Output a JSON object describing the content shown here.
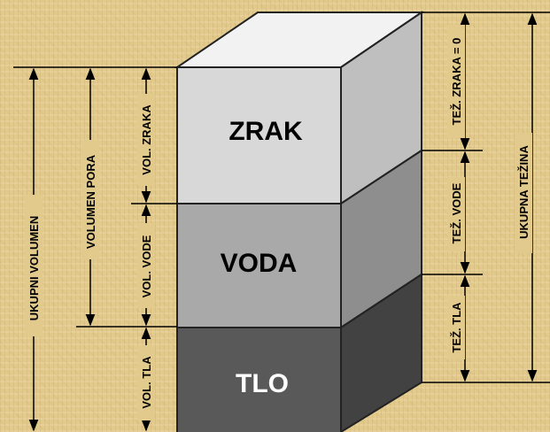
{
  "blocks": {
    "air": {
      "label": "ZRAK",
      "front": "#d8d8d8",
      "side": "#bfbfbf",
      "top": "#f2f2f2",
      "text": "#000000"
    },
    "water": {
      "label": "VODA",
      "front": "#a9a9a9",
      "side": "#8e8e8e",
      "text": "#000000"
    },
    "soil": {
      "label": "TLO",
      "front": "#595959",
      "side": "#424242",
      "text": "#ffffff"
    }
  },
  "dimensions": {
    "total_volume": "UKUPNI VOLUMEN",
    "pore_volume": "VOLUMEN PORA",
    "air_volume": "VOL. ZRAKA",
    "water_volume": "VOL. VODE",
    "soil_volume": "VOL. TLA",
    "air_weight": "TEŽ. ZRAKA = 0",
    "water_weight": "TEŽ. VODE",
    "soil_weight": "TEŽ. TLA",
    "total_weight": "UKUPNA TEŽINA"
  }
}
